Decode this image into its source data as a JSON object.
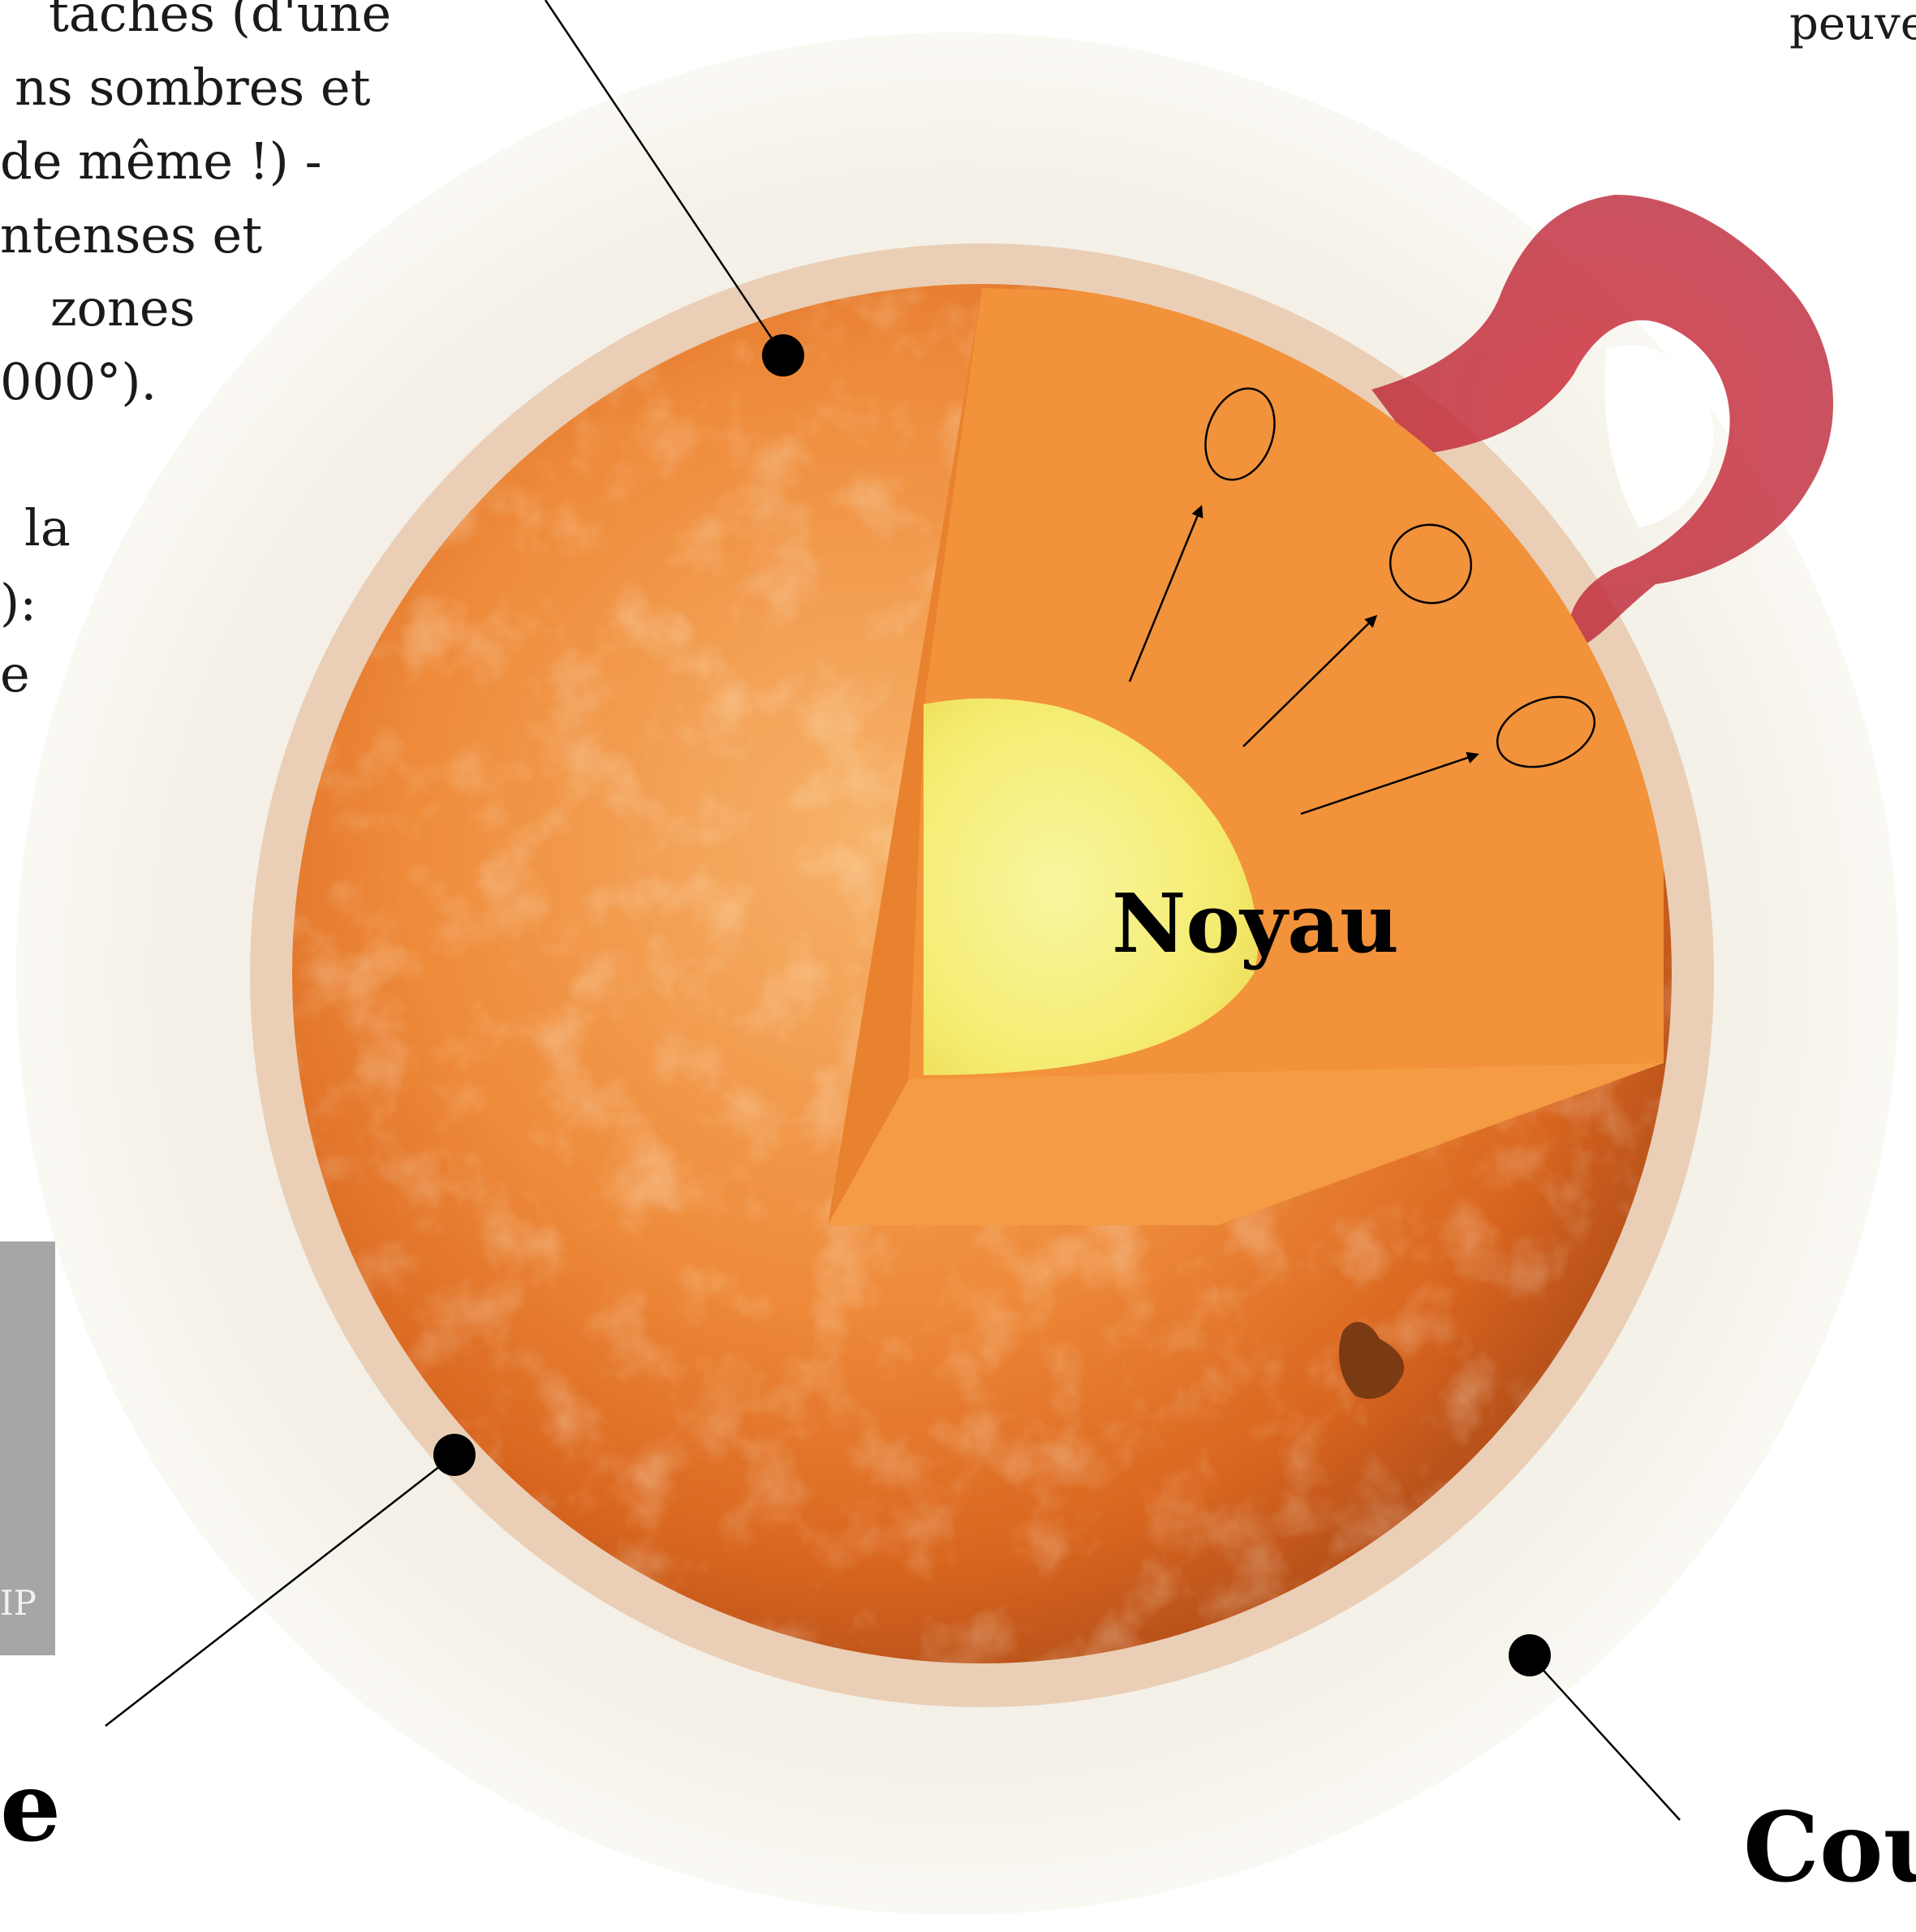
{
  "left_text": {
    "block1": [
      "taches (d'une",
      "ns sombres et",
      "de même !) -",
      "ntenses  et",
      "zones",
      "000°)."
    ],
    "block2": [
      "la",
      "):",
      "e"
    ]
  },
  "top_right_text": "peuve",
  "core_label": "Noyau",
  "bottom_left_label": "e",
  "bottom_right_label": "Cou",
  "granulation_credit": "IP",
  "colors": {
    "core": "#f5f07a",
    "convective_zone": "#f29a3e",
    "photosphere": "#e8782a",
    "chromosphere": "#e9c7a8",
    "corona": "#f5f1e6",
    "prominence": "#c8283a"
  }
}
